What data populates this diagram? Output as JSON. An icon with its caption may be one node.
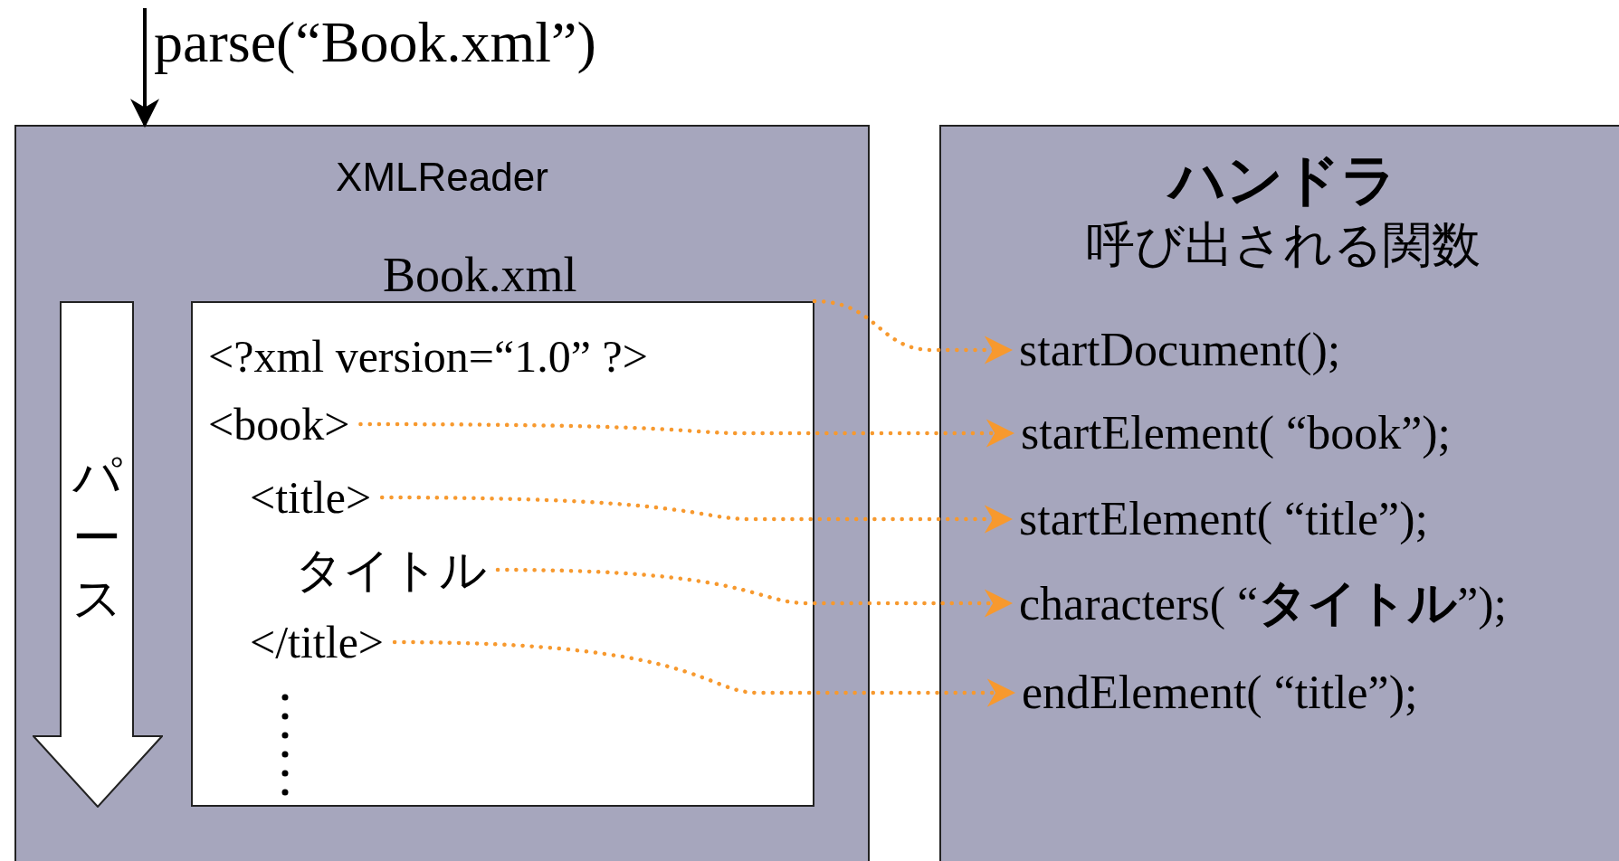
{
  "diagram": {
    "nodes": [
      {
        "text": [
          "XMLReader"
        ]
      },
      {
        "text": [
          "パース"
        ],
        "in": 0
      },
      {
        "text": [
          "Book.xml"
        ],
        "in": 0
      },
      {
        "text": [
          "<book>"
        ],
        "in": 2
      },
      {
        "text": [
          "<title>"
        ],
        "in": 2
      },
      {
        "text": [
          "タイトル"
        ],
        "in": 2
      },
      {
        "text": [
          "</title>"
        ],
        "in": 2
      },
      {
        "text": [
          "ハンドラ",
          "呼び出される関数"
        ]
      },
      {
        "text": [
          "startDocument();"
        ],
        "in": 7
      },
      {
        "text": [
          "startElement( “book”);"
        ],
        "in": 7
      },
      {
        "text": [
          "startElement( “title”);"
        ],
        "in": 7
      },
      {
        "text": [
          "characters( “**タイトル**”);"
        ],
        "in": 7
      },
      {
        "text": [
          "endElement( “title”);"
        ],
        "in": 7
      }
    ],
    "edges": [
      {
        "from": null,
        "to": 0,
        "arrow": "to",
        "label": "parse(“Book.xml”)",
        "color": "#000000"
      },
      {
        "from": 2,
        "to": 8,
        "arrow": "to",
        "style": "dashed"
      },
      {
        "from": 3,
        "to": 9,
        "arrow": "to",
        "style": "dashed"
      },
      {
        "from": 4,
        "to": 10,
        "arrow": "to",
        "style": "dashed"
      },
      {
        "from": 5,
        "to": 11,
        "arrow": "to",
        "style": "dashed"
      },
      {
        "from": 6,
        "to": 12,
        "arrow": "to",
        "style": "dashed"
      }
    ],
    "labels": [
      "<?xml version=“1.0” ?>"
    ]
  }
}
